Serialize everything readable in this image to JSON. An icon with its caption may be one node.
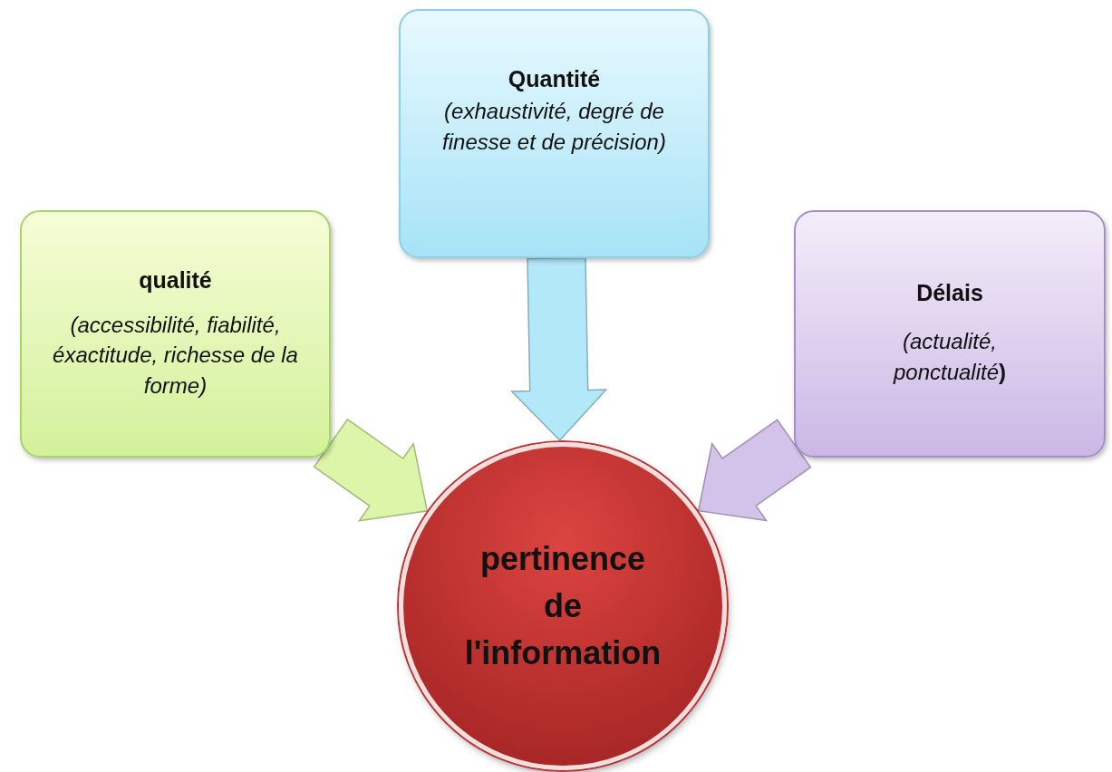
{
  "diagram": {
    "nodes": [
      {
        "text": [
          "Quantité",
          "(exhaustivité, degré de finesse et de précision)"
        ]
      },
      {
        "text": [
          "qualité",
          "(accessibilité, fiabilité, éxactitude, richesse de la forme)"
        ]
      },
      {
        "text": [
          "Délais",
          "(actualité, ponctualité**)**"
        ]
      },
      {
        "text": [
          "pertinence de l'information"
        ]
      }
    ],
    "edges": [
      {
        "from": 0,
        "to": 3,
        "arrow": "to",
        "style": "thick",
        "color": "#b3e8f8"
      },
      {
        "from": 1,
        "to": 3,
        "arrow": "to",
        "style": "thick",
        "color": "#dcf5a8"
      },
      {
        "from": 2,
        "to": 3,
        "arrow": "to",
        "style": "thick",
        "color": "#d3c3ea"
      }
    ]
  }
}
